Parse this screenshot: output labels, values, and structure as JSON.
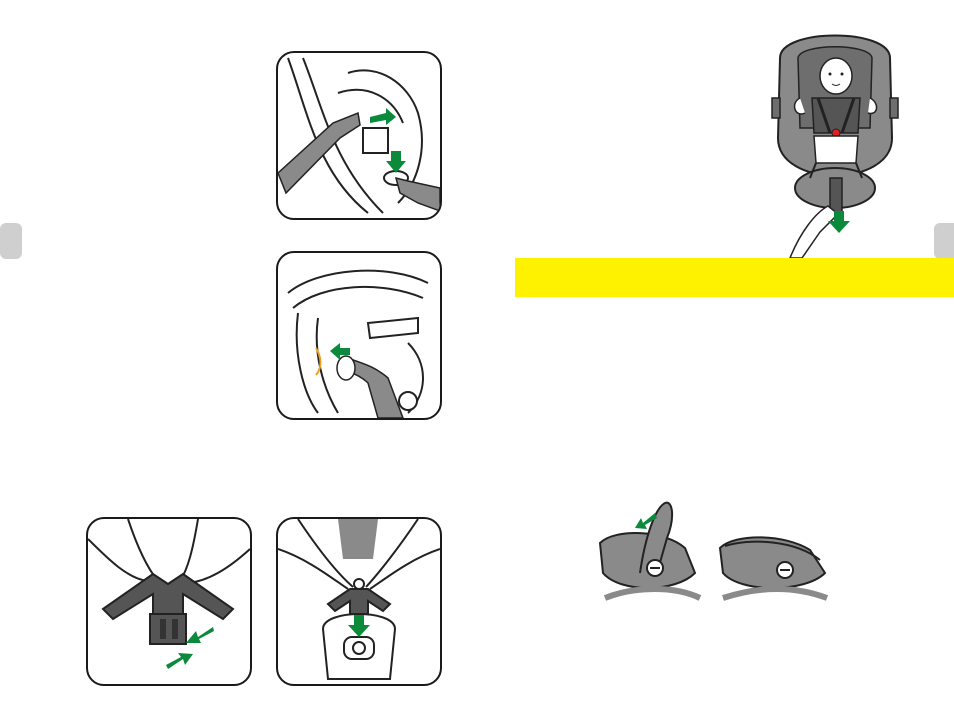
{
  "page": {
    "background": "#ffffff",
    "accent_arrow_color": "#0b8a3c",
    "band_color": "#fff200",
    "seat_grey": "#8a8a8a",
    "tab_color": "#cfcfcf"
  },
  "figures": [
    {
      "name": "step-harness-release-figure",
      "icon": "hand-press-release-icon"
    },
    {
      "name": "step-side-adjust-figure",
      "icon": "hand-adjust-side-icon"
    },
    {
      "name": "step-buckle-squeeze-figure",
      "icon": "buckle-squeeze-icon"
    },
    {
      "name": "step-buckle-insert-figure",
      "icon": "buckle-insert-icon"
    },
    {
      "name": "baby-in-seat-figure",
      "icon": "baby-car-seat-icon"
    },
    {
      "name": "handle-fold-figure",
      "icon": "carry-handle-fold-icon"
    }
  ]
}
